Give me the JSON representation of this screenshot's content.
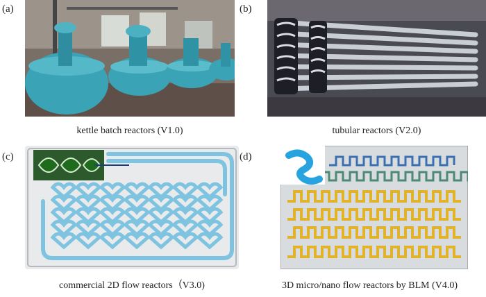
{
  "panels": [
    {
      "label": "(a)",
      "caption": "kettle batch reactors (V1.0)"
    },
    {
      "label": "(b)",
      "caption": "tubular reactors (V2.0)"
    },
    {
      "label": "(c)",
      "caption": "commercial 2D flow reactors（V3.0)"
    },
    {
      "label": "(d)",
      "caption": "3D micro/nano flow reactors by BLM (V4.0)"
    }
  ],
  "colors": {
    "kettle_teal": "#3aa3b5",
    "tube_grey": "#c9ced6",
    "channel_blue": "#7ec3e0",
    "channel_yellow": "#e0b32a",
    "insert_green": "#1e6b1e"
  }
}
